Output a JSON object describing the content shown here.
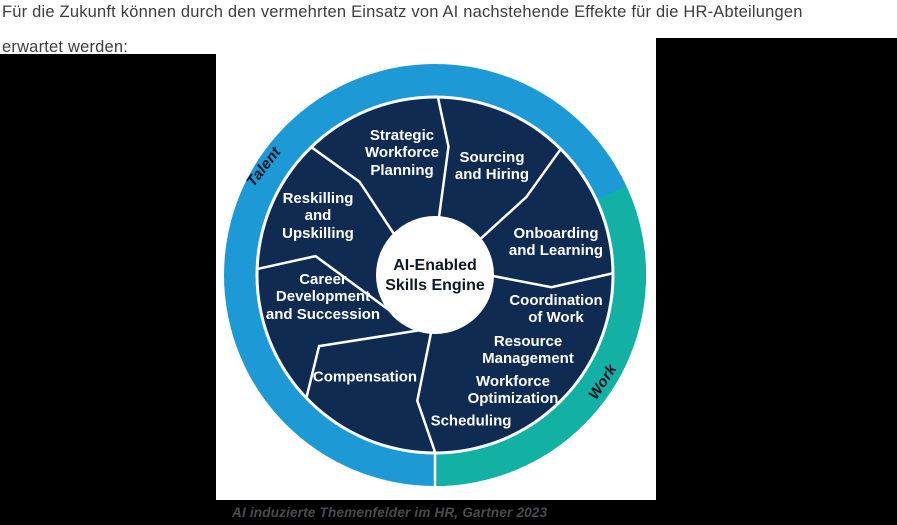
{
  "header": {
    "line1": "Für die Zukunft können durch den vermehrten Einsatz von AI nachstehende Effekte für die HR-Abteilungen",
    "line2": "erwartet werden:",
    "text_color": "#3d3d3d"
  },
  "caption": {
    "text": "AI induzierte Themenfelder im HR, Gartner 2023",
    "text_color": "#474c50"
  },
  "wheel": {
    "center_label": "AI-Enabled\nSkills Engine",
    "ring": {
      "talent_label": "Talent",
      "work_label": "Work",
      "talent_color": "#1d99d5",
      "work_color": "#12b1a3",
      "label_color": "#0a1322"
    },
    "wedge_color": "#0f2b52",
    "wedge_text_color": "#ffffff",
    "center_text_color": "#0d1726",
    "segments": [
      {
        "id": "strategic-workforce-planning",
        "text": "Strategic\nWorkforce\nPlanning"
      },
      {
        "id": "sourcing-and-hiring",
        "text": "Sourcing\nand Hiring"
      },
      {
        "id": "onboarding-and-learning",
        "text": "Onboarding\nand Learning"
      },
      {
        "id": "coordination-of-work",
        "text": "Coordination\nof Work"
      },
      {
        "id": "resource-management",
        "text": "Resource\nManagement"
      },
      {
        "id": "workforce-optimization",
        "text": "Workforce\nOptimization"
      },
      {
        "id": "scheduling",
        "text": "Scheduling"
      },
      {
        "id": "compensation",
        "text": "Compensation"
      },
      {
        "id": "career-development-and-succession",
        "text": "Career\nDevelopment\nand Succession"
      },
      {
        "id": "reskilling-and-upskilling",
        "text": "Reskilling\nand\nUpskilling"
      }
    ]
  }
}
